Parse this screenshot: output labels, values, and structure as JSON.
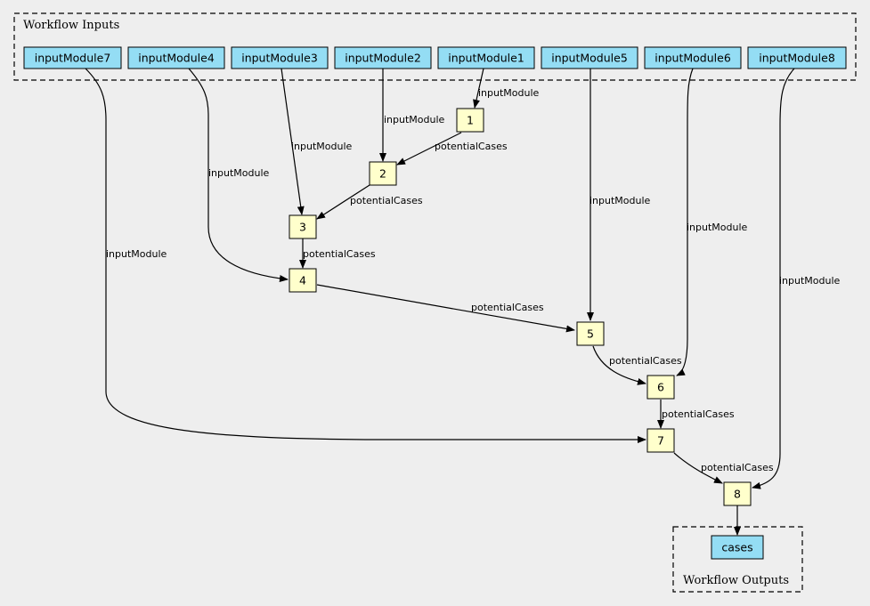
{
  "inputs_cluster": {
    "label": "Workflow Inputs"
  },
  "outputs_cluster": {
    "label": "Workflow Outputs"
  },
  "inputs": [
    "inputModule7",
    "inputModule4",
    "inputModule3",
    "inputModule2",
    "inputModule1",
    "inputModule5",
    "inputModule6",
    "inputModule8"
  ],
  "steps": [
    "1",
    "2",
    "3",
    "4",
    "5",
    "6",
    "7",
    "8"
  ],
  "output": "cases",
  "edge_labels": {
    "input": "inputModule",
    "chain": "potentialCases"
  },
  "colors": {
    "input_fill": "#94ddf4",
    "step_fill": "#ffffcc",
    "background": "#eeeeee"
  }
}
